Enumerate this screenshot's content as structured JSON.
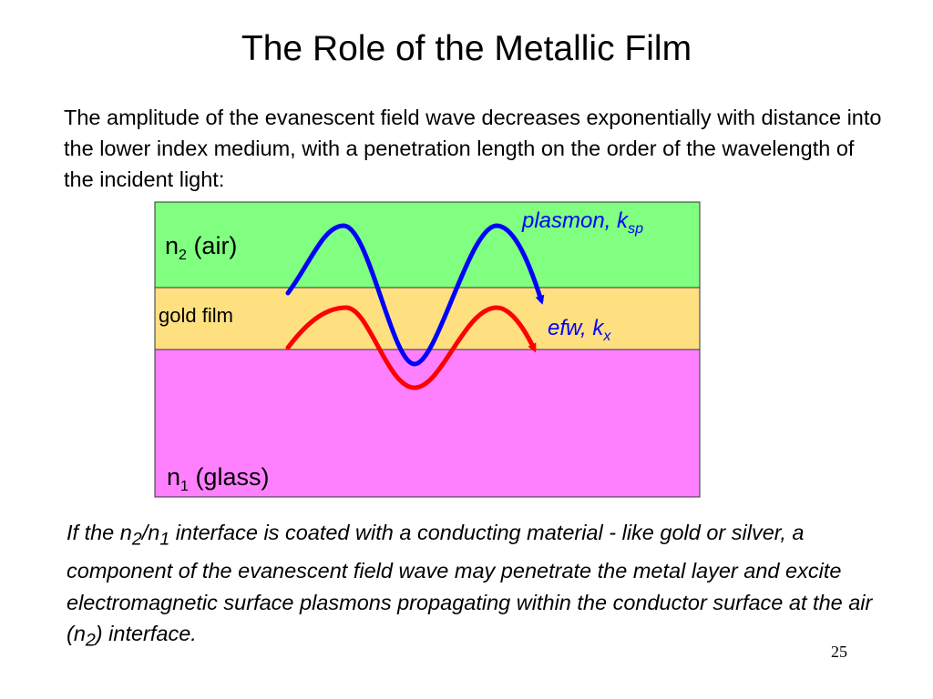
{
  "title": "The Role of the Metallic Film",
  "intro": "The amplitude of the evanescent field wave decreases exponentially with distance into the lower index medium, with a penetration length on the order of the wavelength of the incident light:",
  "diagram": {
    "layers": [
      {
        "label": "n",
        "sub": "2",
        "suffix": " (air)",
        "color": "#80ff80"
      },
      {
        "label": "gold film",
        "color": "#ffe080"
      },
      {
        "label": "n",
        "sub": "1",
        "suffix": " (glass)",
        "color": "#ff80ff"
      }
    ],
    "waves": [
      {
        "label": "plasmon, k",
        "sub": "sp",
        "color": "#0000ff"
      },
      {
        "label": "efw, k",
        "sub": "x",
        "color": "#ff0000"
      }
    ],
    "label_color": "#0000ff"
  },
  "caption": {
    "p1": "If the n",
    "s1": "2",
    "p2": "/n",
    "s2": "1",
    "p3": " interface is coated with a conducting material - like gold or silver, a component of the evanescent field wave may penetrate the metal layer and excite electromagnetic surface plasmons propagating within the conductor surface at the air (n",
    "s3": "2",
    "p4": ") interface."
  },
  "page_number": "25"
}
